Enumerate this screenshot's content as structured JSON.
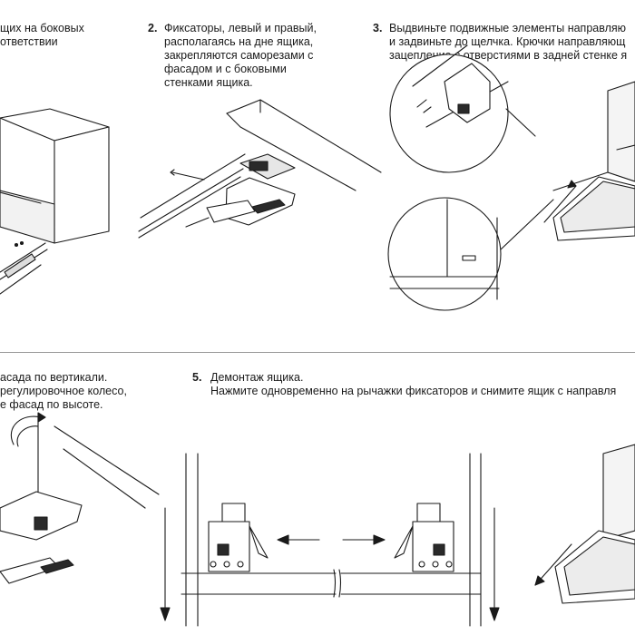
{
  "steps": {
    "s1": {
      "lines": [
        "щих на боковых",
        "ответствии"
      ]
    },
    "s2": {
      "num": "2.",
      "lines": [
        "Фиксаторы, левый и правый,",
        "располагаясь на дне ящика,",
        "закрепляются саморезами с",
        "фасадом и с боковыми",
        "стенками ящика."
      ]
    },
    "s3": {
      "num": "3.",
      "lines": [
        "Выдвиньте подвижные элементы направляю",
        "и задвиньте до щелчка. Крючки направляющ",
        "зацепление с отверстиями в задней стенке я"
      ]
    },
    "s4": {
      "lines": [
        "асада по вертикали.",
        "регулировочное колесо,",
        "е фасад по высоте."
      ]
    },
    "s5": {
      "num": "5.",
      "lines": [
        "Демонтаж ящика.",
        "Нажмите одновременно на рычажки фиксаторов и снимите ящик с направля"
      ]
    }
  }
}
